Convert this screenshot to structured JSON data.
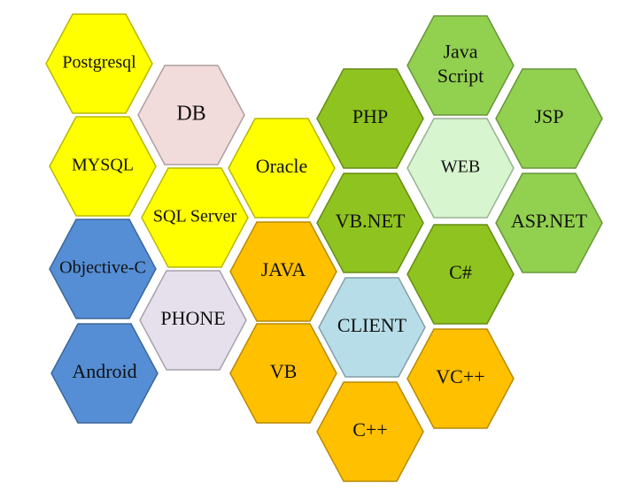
{
  "diagram": {
    "nodes": [
      {
        "id": "postgresql",
        "lines": [
          "Postgresql"
        ],
        "color": "#ffff00",
        "group": "db"
      },
      {
        "id": "db",
        "lines": [
          "DB"
        ],
        "color": "#f2dcdb",
        "group": "db"
      },
      {
        "id": "mysql",
        "lines": [
          "MYSQL"
        ],
        "color": "#ffff00",
        "group": "db"
      },
      {
        "id": "oracle",
        "lines": [
          "Oracle"
        ],
        "color": "#ffff00",
        "group": "db"
      },
      {
        "id": "sql-server",
        "lines": [
          "SQL Server"
        ],
        "color": "#ffff00",
        "group": "db"
      },
      {
        "id": "objective-c",
        "lines": [
          "Objective-C"
        ],
        "color": "#558ed5",
        "group": "phone"
      },
      {
        "id": "phone",
        "lines": [
          "PHONE"
        ],
        "color": "#e6e0ec",
        "group": "phone"
      },
      {
        "id": "android",
        "lines": [
          "Android"
        ],
        "color": "#558ed5",
        "group": "phone"
      },
      {
        "id": "java",
        "lines": [
          "JAVA"
        ],
        "color": "#ffc000",
        "group": "client"
      },
      {
        "id": "vb",
        "lines": [
          "VB"
        ],
        "color": "#ffc000",
        "group": "client"
      },
      {
        "id": "client",
        "lines": [
          "CLIENT"
        ],
        "color": "#b7dde8",
        "group": "client"
      },
      {
        "id": "vcpp",
        "lines": [
          "VC++"
        ],
        "color": "#ffc000",
        "group": "client"
      },
      {
        "id": "cpp",
        "lines": [
          "C++"
        ],
        "color": "#ffc000",
        "group": "client"
      },
      {
        "id": "javascript",
        "lines": [
          "Java",
          "Script"
        ],
        "color": "#92d050",
        "group": "web"
      },
      {
        "id": "php",
        "lines": [
          "PHP"
        ],
        "color": "#8fc31f",
        "group": "web"
      },
      {
        "id": "jsp",
        "lines": [
          "JSP"
        ],
        "color": "#92d050",
        "group": "web"
      },
      {
        "id": "web",
        "lines": [
          "WEB"
        ],
        "color": "#d7f5cf",
        "group": "web"
      },
      {
        "id": "vbnet",
        "lines": [
          "VB.NET"
        ],
        "color": "#8fc31f",
        "group": "web"
      },
      {
        "id": "aspnet",
        "lines": [
          "ASP.NET"
        ],
        "color": "#92d050",
        "group": "web"
      },
      {
        "id": "csharp",
        "lines": [
          "C#"
        ],
        "color": "#8fc31f",
        "group": "web"
      }
    ]
  }
}
